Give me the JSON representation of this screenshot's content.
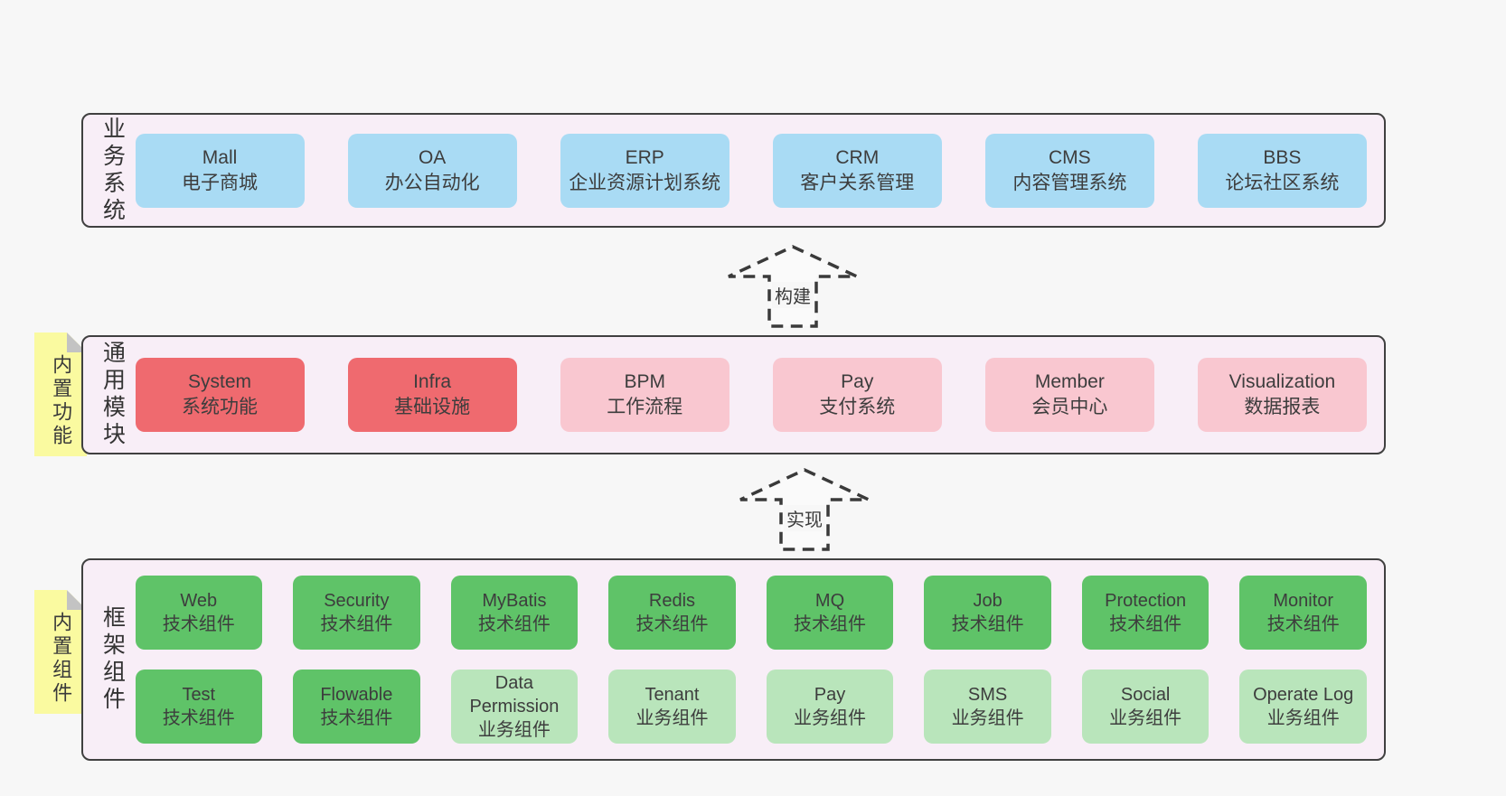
{
  "colors": {
    "page_bg": "#f7f7f7",
    "panel_bg": "#f8eef7",
    "panel_border": "#404040",
    "blue": "#a9dbf4",
    "red": "#ef6a6f",
    "pink": "#f9c7d0",
    "green": "#5fc368",
    "light_green": "#b9e5bb",
    "note_yellow": "#fafaa0",
    "note_fold": "#c3c3c3",
    "text": "#3b3b3b"
  },
  "notes": [
    {
      "label": "内置功能"
    },
    {
      "label": "内置组件"
    }
  ],
  "arrows": [
    {
      "label": "构建"
    },
    {
      "label": "实现"
    }
  ],
  "layers": [
    {
      "side_label": "业务系统",
      "items": [
        {
          "title": "Mall",
          "subtitle": "电子商城",
          "variant": "blue"
        },
        {
          "title": "OA",
          "subtitle": "办公自动化",
          "variant": "blue"
        },
        {
          "title": "ERP",
          "subtitle": "企业资源计划系统",
          "variant": "blue"
        },
        {
          "title": "CRM",
          "subtitle": "客户关系管理",
          "variant": "blue"
        },
        {
          "title": "CMS",
          "subtitle": "内容管理系统",
          "variant": "blue"
        },
        {
          "title": "BBS",
          "subtitle": "论坛社区系统",
          "variant": "blue"
        }
      ]
    },
    {
      "side_label": "通用模块",
      "items": [
        {
          "title": "System",
          "subtitle": "系统功能",
          "variant": "red"
        },
        {
          "title": "Infra",
          "subtitle": "基础设施",
          "variant": "red"
        },
        {
          "title": "BPM",
          "subtitle": "工作流程",
          "variant": "pink"
        },
        {
          "title": "Pay",
          "subtitle": "支付系统",
          "variant": "pink"
        },
        {
          "title": "Member",
          "subtitle": "会员中心",
          "variant": "pink"
        },
        {
          "title": "Visualization",
          "subtitle": "数据报表",
          "variant": "pink"
        }
      ]
    },
    {
      "side_label": "框架组件",
      "rows": [
        [
          {
            "title": "Web",
            "subtitle": "技术组件",
            "variant": "green"
          },
          {
            "title": "Security",
            "subtitle": "技术组件",
            "variant": "green"
          },
          {
            "title": "MyBatis",
            "subtitle": "技术组件",
            "variant": "green"
          },
          {
            "title": "Redis",
            "subtitle": "技术组件",
            "variant": "green"
          },
          {
            "title": "MQ",
            "subtitle": "技术组件",
            "variant": "green"
          },
          {
            "title": "Job",
            "subtitle": "技术组件",
            "variant": "green"
          },
          {
            "title": "Protection",
            "subtitle": "技术组件",
            "variant": "green"
          },
          {
            "title": "Monitor",
            "subtitle": "技术组件",
            "variant": "green"
          }
        ],
        [
          {
            "title": "Test",
            "subtitle": "技术组件",
            "variant": "green"
          },
          {
            "title": "Flowable",
            "subtitle": "技术组件",
            "variant": "green"
          },
          {
            "title": "Data Permission",
            "subtitle": "业务组件",
            "variant": "light-green"
          },
          {
            "title": "Tenant",
            "subtitle": "业务组件",
            "variant": "light-green"
          },
          {
            "title": "Pay",
            "subtitle": "业务组件",
            "variant": "light-green"
          },
          {
            "title": "SMS",
            "subtitle": "业务组件",
            "variant": "light-green"
          },
          {
            "title": "Social",
            "subtitle": "业务组件",
            "variant": "light-green"
          },
          {
            "title": "Operate Log",
            "subtitle": "业务组件",
            "variant": "light-green"
          }
        ]
      ]
    }
  ]
}
